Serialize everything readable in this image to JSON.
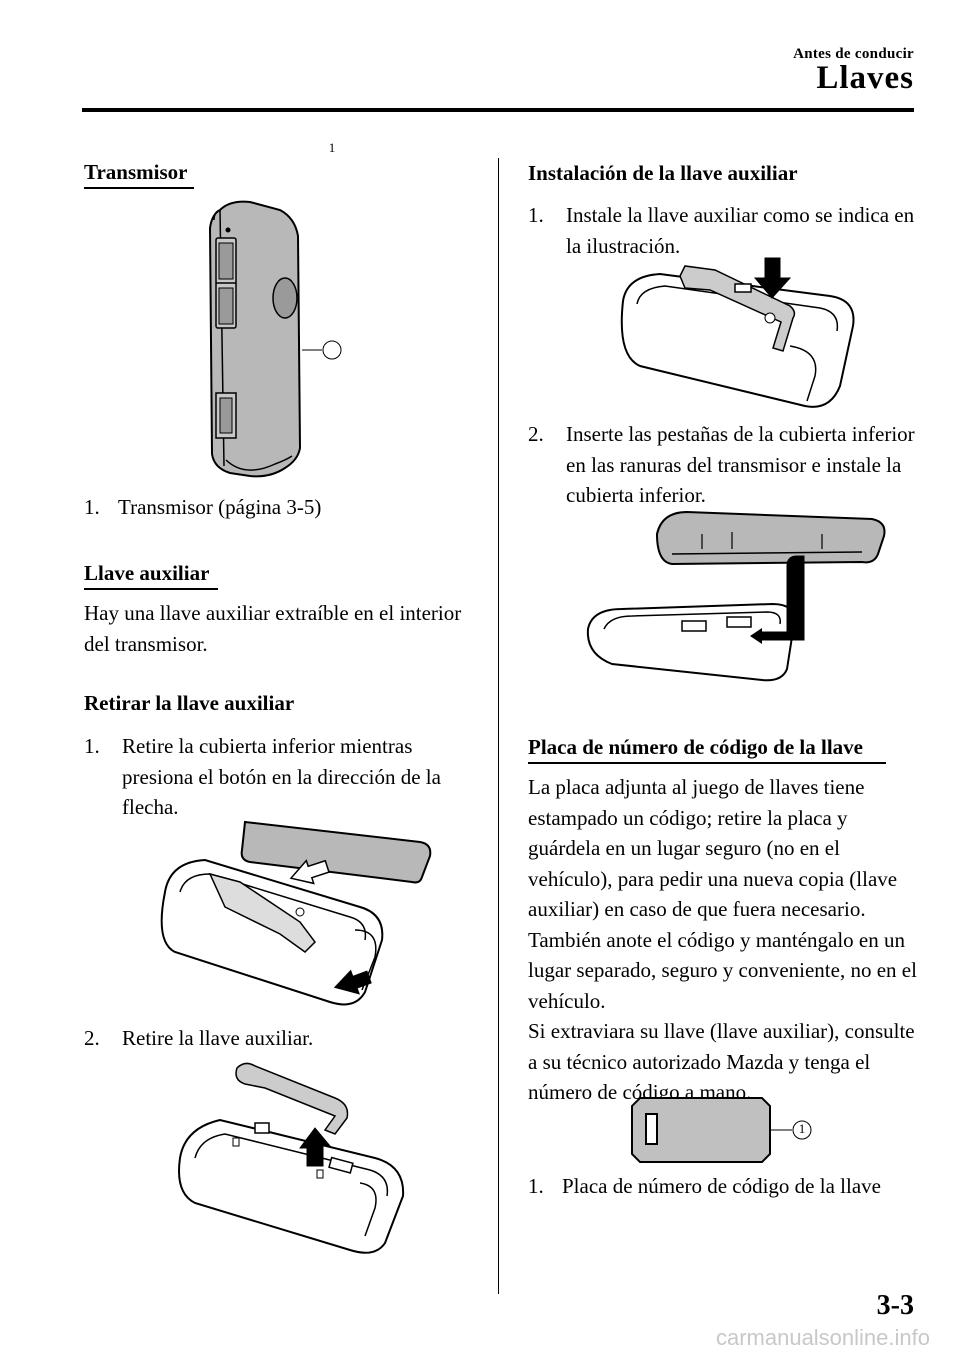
{
  "header": {
    "chapter": "Antes de conducir",
    "title": "Llaves"
  },
  "left": {
    "transmitter": {
      "title": "Transmisor",
      "callout": "1",
      "caption_num": "1.",
      "caption": "Transmisor (página 3-5)"
    },
    "aux_key": {
      "title": "Llave auxiliar",
      "intro": "Hay una llave auxiliar extraíble en el interior del transmisor.",
      "remove_title": "Retirar la llave auxiliar",
      "steps": [
        {
          "num": "1.",
          "text": "Retire la cubierta inferior mientras presiona el botón en la dirección de la flecha."
        },
        {
          "num": "2.",
          "text": "Retire la llave auxiliar."
        }
      ]
    }
  },
  "right": {
    "install": {
      "title": "Instalación de la llave auxiliar",
      "steps": [
        {
          "num": "1.",
          "text": "Instale la llave auxiliar como se indica en la ilustración."
        },
        {
          "num": "2.",
          "text": "Inserte las pestañas de la cubierta inferior en las ranuras del transmisor e instale la cubierta inferior."
        }
      ]
    },
    "code_plate": {
      "title": "Placa de número de código de la llave",
      "body": [
        "La placa adjunta al juego de llaves tiene estampado un código; retire la placa y guárdela en un lugar seguro (no en el vehículo), para pedir una nueva copia (llave auxiliar) en caso de que fuera necesario.",
        "También anote el código y manténgalo en un lugar separado, seguro y conveniente, no en el vehículo.",
        "Si extraviara su llave (llave auxiliar), consulte a su técnico autorizado Mazda y tenga el número de código a mano."
      ],
      "callout": "1",
      "caption_num": "1.",
      "caption": "Placa de número de código de la llave"
    }
  },
  "footer": {
    "page": "3-3",
    "watermark": "carmanualsonline.info"
  }
}
